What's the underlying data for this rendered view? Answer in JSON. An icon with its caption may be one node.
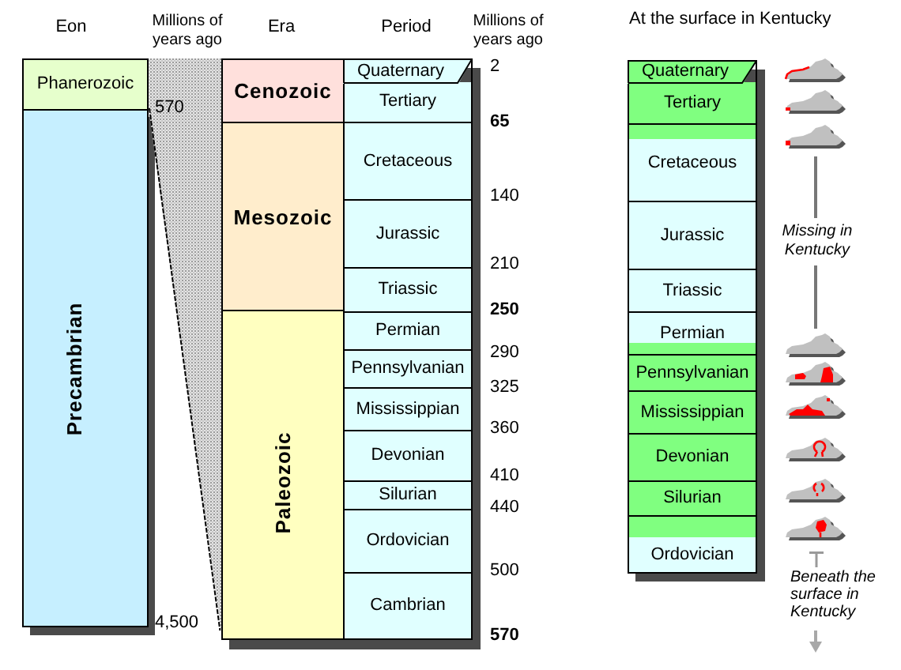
{
  "diagram": {
    "nodes": [
      {
        "text": [
          "Phanerozoic"
        ]
      },
      {
        "text": [
          "Precambrian"
        ]
      },
      {
        "text": [
          "Cenozoic"
        ]
      },
      {
        "text": [
          "Mesozoic"
        ]
      },
      {
        "text": [
          "Paleozoic"
        ]
      },
      {
        "text": [
          "Quaternary"
        ]
      },
      {
        "text": [
          "Tertiary"
        ]
      },
      {
        "text": [
          "Cretaceous"
        ]
      },
      {
        "text": [
          "Jurassic"
        ]
      },
      {
        "text": [
          "Triassic"
        ]
      },
      {
        "text": [
          "Permian"
        ]
      },
      {
        "text": [
          "Pennsylvanian"
        ]
      },
      {
        "text": [
          "Mississippian"
        ]
      },
      {
        "text": [
          "Devonian"
        ]
      },
      {
        "text": [
          "Silurian"
        ]
      },
      {
        "text": [
          "Ordovician"
        ]
      },
      {
        "text": [
          "Cambrian"
        ]
      },
      {
        "text": [
          "Quaternary"
        ]
      },
      {
        "text": [
          "Tertiary"
        ]
      },
      {
        "text": [
          "Cretaceous"
        ]
      },
      {
        "text": [
          "Jurassic"
        ]
      },
      {
        "text": [
          "Triassic"
        ]
      },
      {
        "text": [
          "Permian"
        ]
      },
      {
        "text": [
          "Pennsylvanian"
        ]
      },
      {
        "text": [
          "Mississippian"
        ]
      },
      {
        "text": [
          "Devonian"
        ]
      },
      {
        "text": [
          "Silurian"
        ]
      },
      {
        "text": [
          "Ordovician"
        ]
      }
    ],
    "edges": [
      {
        "from": 0,
        "to": 4,
        "arrow": "none",
        "style": "dashed"
      }
    ],
    "labels": [
      "Eon",
      "Millions of years ago",
      "Era",
      "Period",
      "Millions of years ago",
      "At the surface in Kentucky",
      "570",
      "4,500",
      "2",
      "65",
      "140",
      "210",
      "250",
      "290",
      "325",
      "360",
      "410",
      "440",
      "500",
      "570",
      "Missing in Kentucky",
      "Beneath the surface in Kentucky"
    ]
  }
}
